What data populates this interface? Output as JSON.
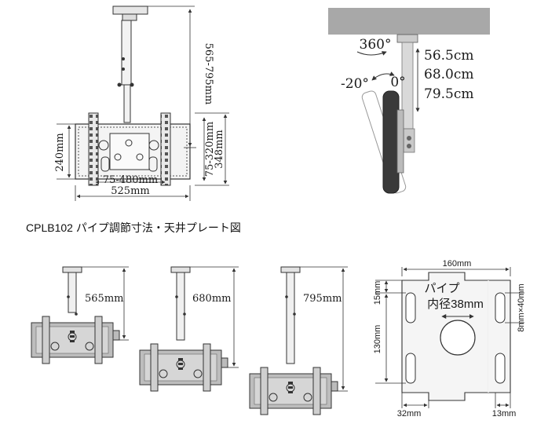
{
  "caption": "CPLB102 パイプ調節寸法・天井プレート図",
  "top_left_diagram": {
    "pole_length": "565-795mm",
    "plate_height_left": "240mm",
    "hole_range_h": "75-480mm",
    "hole_range_v": "75-320mm",
    "total_height": "348mm",
    "total_width": "525mm"
  },
  "top_right_diagram": {
    "rotation": "360°",
    "tilt_min": "-20°",
    "tilt_max": "0°",
    "heights": [
      "56.5cm",
      "68.0cm",
      "79.5cm"
    ]
  },
  "pipe_variants": [
    {
      "label": "565mm"
    },
    {
      "label": "680mm"
    },
    {
      "label": "795mm"
    }
  ],
  "plate_diagram": {
    "width": "160mm",
    "pipe_label_line1": "パイプ",
    "pipe_label_line2": "内径38mm",
    "offset_top": "15mm",
    "height": "130mm",
    "slot_size": "8mm×40mm",
    "edge_left": "32mm",
    "edge_right": "13mm"
  },
  "colors": {
    "line": "#333333",
    "ceiling": "#a8a8a8",
    "metal_light": "#d8d8d8",
    "metal_mid": "#b8b8b8"
  }
}
